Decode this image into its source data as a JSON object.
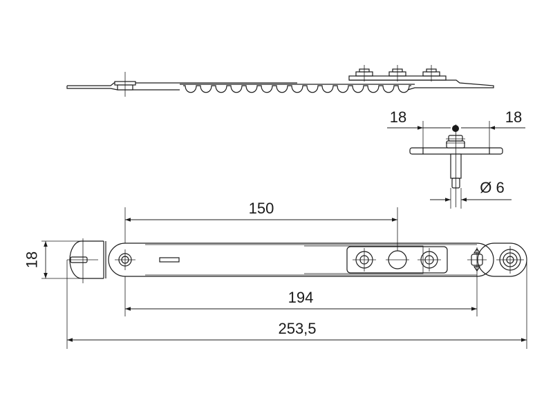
{
  "drawing": {
    "dimensions": {
      "width_left": "18",
      "pin_offset_left": "18",
      "pin_offset_right": "18",
      "pin_diameter": "Ø 6",
      "mount_center_distance": "150",
      "hole_center_distance": "194",
      "overall_length": "253,5"
    },
    "colors": {
      "line": "#1a1a1a",
      "background": "#ffffff"
    }
  }
}
